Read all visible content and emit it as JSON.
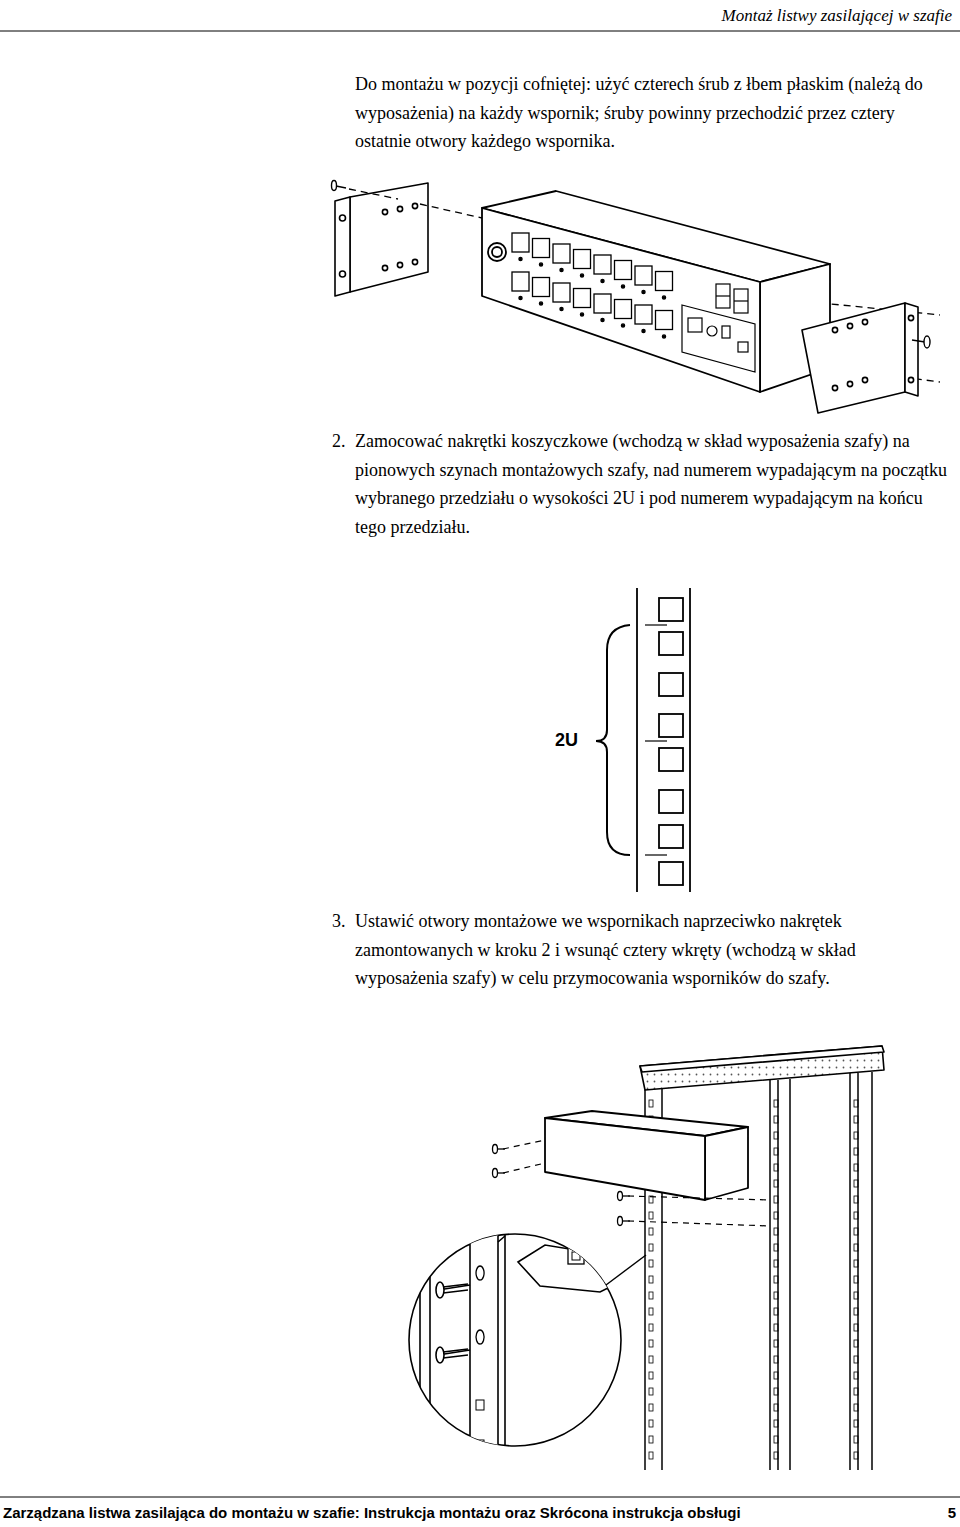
{
  "diagram": {
    "title": "Montaż listwy zasilającej w szafie",
    "labels": [
      "Do montażu w pozycji cofniętej: użyć czterech śrub z łbem płaskim (należą do wyposażenia) na każdy wspornik; śruby powinny przechodzić przez cztery ostatnie otwory każdego wspornika.",
      "2.",
      "Zamocować nakrętki koszyczkowe (wchodzą w skład wyposażenia szafy) na pionowych szynach montażowych szafy, nad numerem wypadającym na początku wybranego przedziału o wysokości 2U i pod numerem wypadającym na końcu tego przedziału.",
      "2U",
      "3.",
      "Ustawić otwory montażowe we wspornikach naprzeciwko nakrętek zamontowanych w kroku 2 i wsunąć cztery wkręty (wchodzą w skład wyposażenia szafy) w celu przymocowania wsporników do szafy.",
      "Zarządzana listwa zasilająca do montażu w szafie: Instrukcja montażu oraz Skrócona instrukcja obsługi",
      "5"
    ]
  }
}
